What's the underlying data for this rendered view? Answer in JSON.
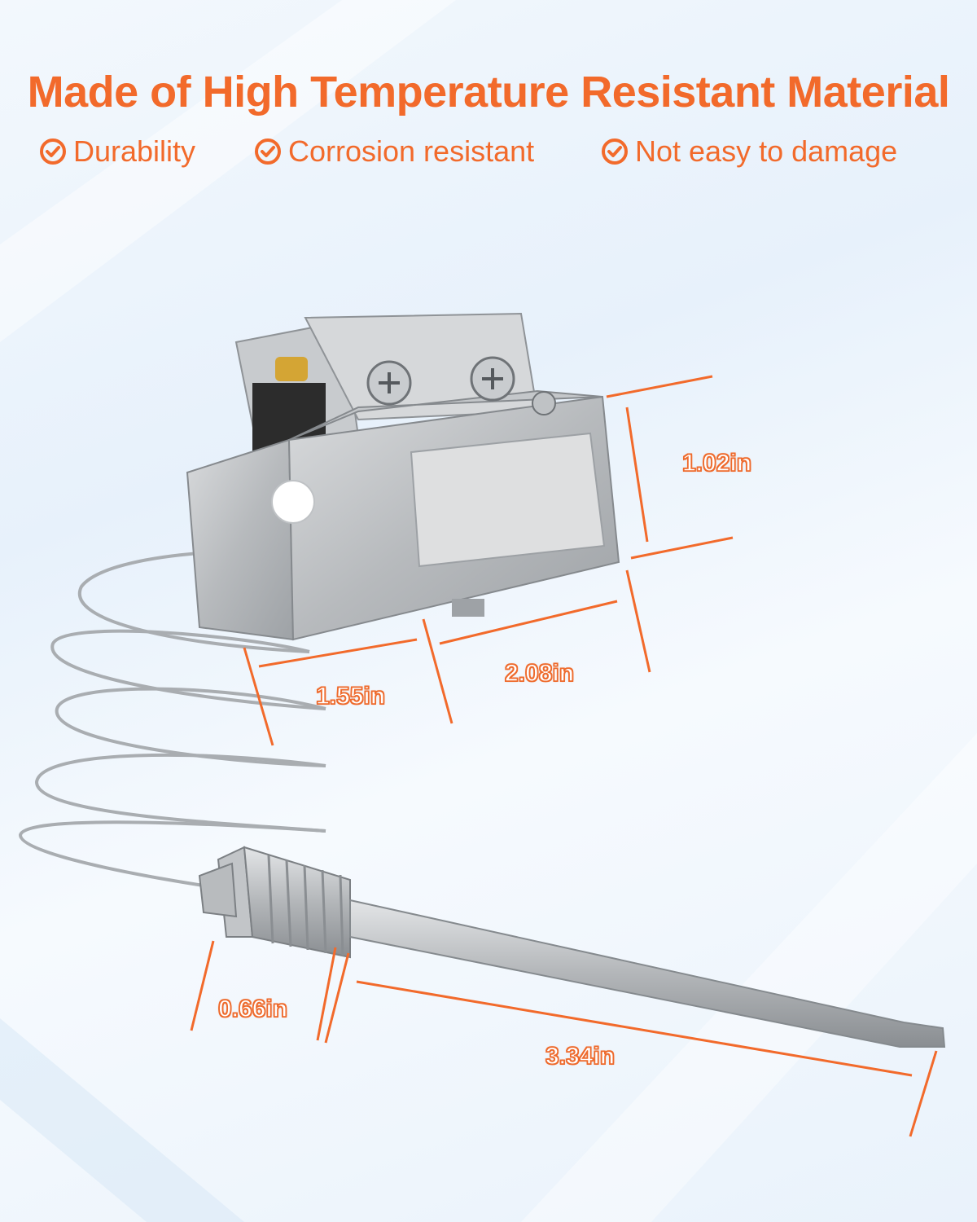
{
  "header": {
    "title": "Made of High Temperature Resistant Material"
  },
  "features": [
    {
      "label": "Durability",
      "icon": "check-circle-icon"
    },
    {
      "label": "Corrosion resistant",
      "icon": "check-circle-icon"
    },
    {
      "label": "Not easy to damage",
      "icon": "check-circle-icon"
    }
  ],
  "dimensions": {
    "height": "1.02in",
    "depth": "1.55in",
    "width": "2.08in",
    "fitting": "0.66in",
    "probe": "3.34in"
  },
  "colors": {
    "accent": "#f26a2b",
    "metal": "#b9bcbf",
    "background": "#eef5fc"
  }
}
